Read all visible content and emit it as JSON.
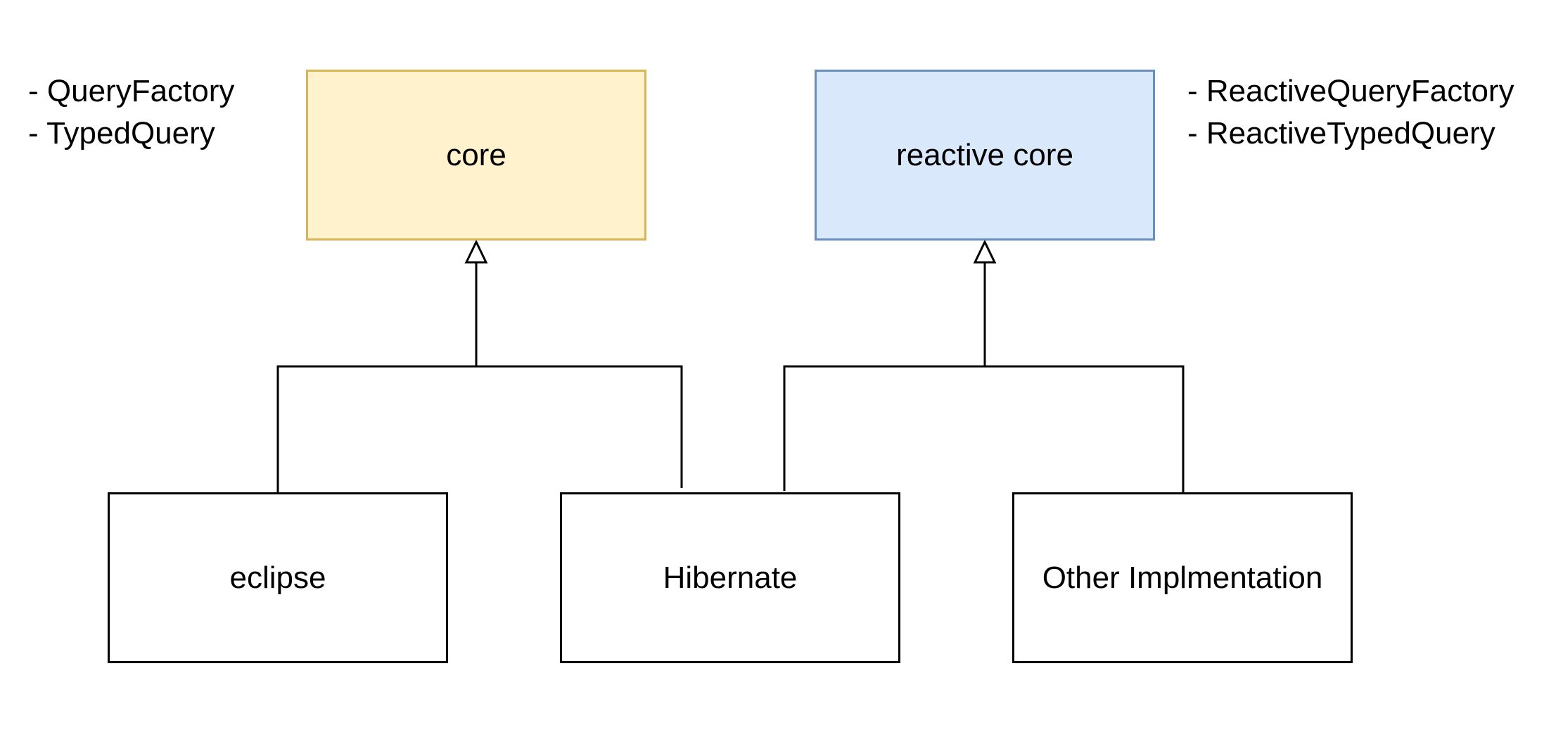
{
  "nodes": {
    "core": {
      "label": "core",
      "fill": "#fff2cc",
      "stroke": "#d6b656"
    },
    "reactive_core": {
      "label": "reactive core",
      "fill": "#dae8fc",
      "stroke": "#6c8ebf"
    },
    "eclipse": {
      "label": "eclipse"
    },
    "hibernate": {
      "label": "Hibernate"
    },
    "other": {
      "label": "Other Implmentation"
    }
  },
  "notes": {
    "core": [
      "- QueryFactory",
      "- TypedQuery"
    ],
    "reactive_core": [
      "- ReactiveQueryFactory",
      "- ReactiveTypedQuery"
    ]
  }
}
